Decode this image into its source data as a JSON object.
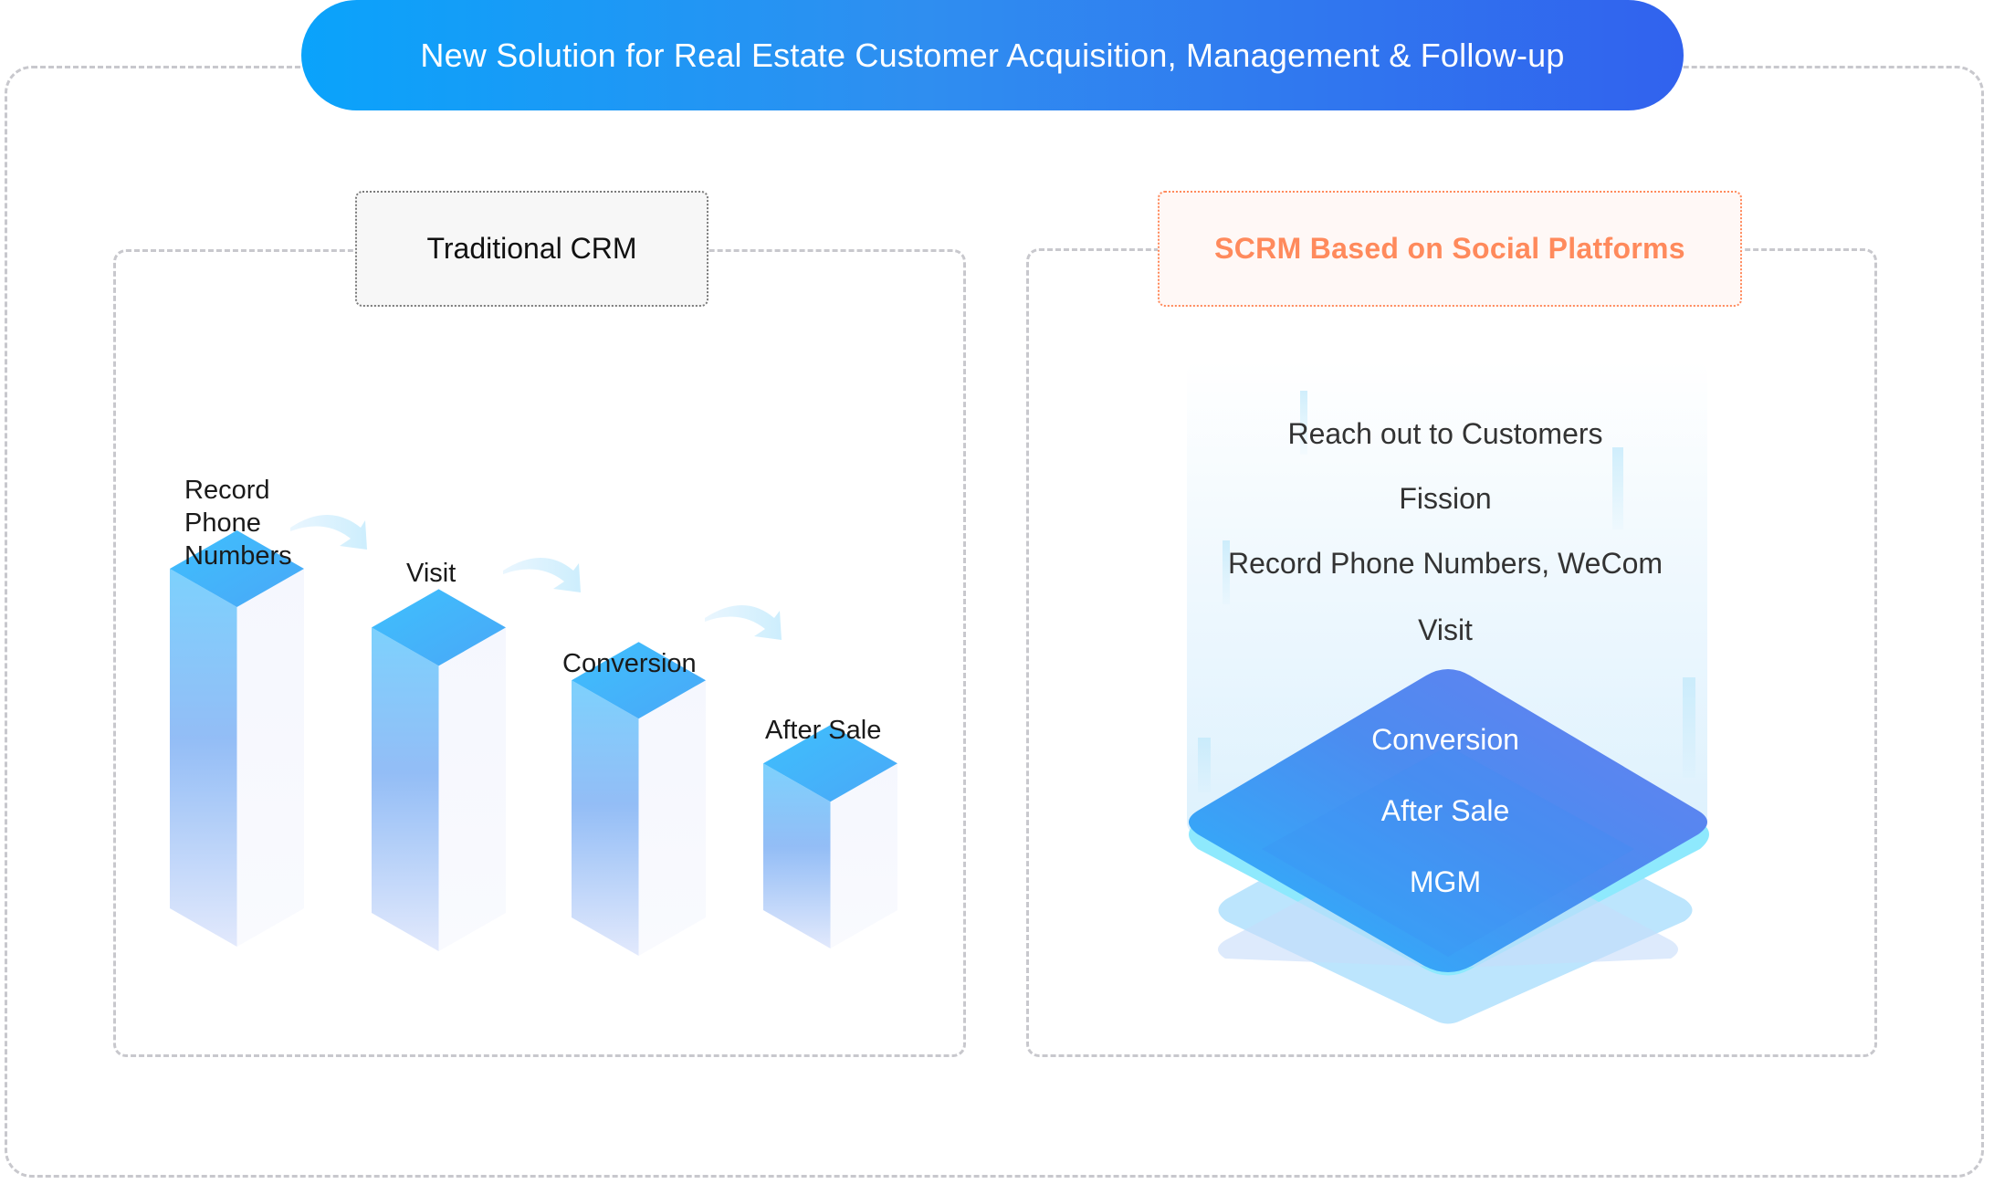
{
  "header": {
    "title": "New Solution for Real Estate Customer Acquisition, Management & Follow-up"
  },
  "left_panel": {
    "heading": "Traditional CRM",
    "steps": [
      {
        "label_lines": [
          "Record",
          "Phone",
          "Numbers"
        ]
      },
      {
        "label_lines": [
          "Visit"
        ]
      },
      {
        "label_lines": [
          "Conversion"
        ]
      },
      {
        "label_lines": [
          "After Sale"
        ]
      }
    ],
    "bar_levels": [
      1.0,
      0.82,
      0.66,
      0.36
    ],
    "flow_arrow_icon": "curved-arrow-right-down"
  },
  "right_panel": {
    "heading": "SCRM Based on Social Platforms",
    "upper_items": [
      "Reach out to Customers",
      "Fission",
      "Record Phone Numbers, WeCom",
      "Visit"
    ],
    "platform_items": [
      "Conversion",
      "After Sale",
      "MGM"
    ]
  },
  "colors": {
    "title_gradient_start": "#0aa3fb",
    "title_gradient_end": "#3162ee",
    "scrm_accent": "#ff8a5c",
    "bar_top": "#3fbdfc",
    "dashed_border": "#c8c8cd"
  }
}
